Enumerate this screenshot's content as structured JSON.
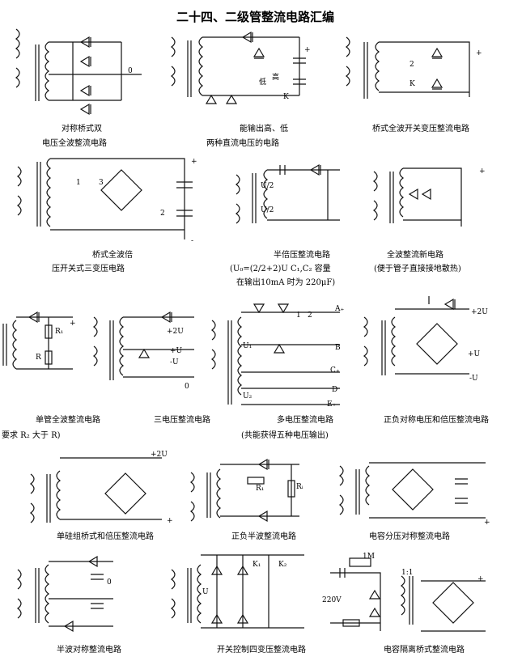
{
  "title": "二十四、二级管整流电路汇编",
  "captions": {
    "c1a": "对称桥式双",
    "c1b": "电压全波整流电路",
    "c2a": "能输出高、低",
    "c2b": "两种直流电压的电路",
    "c3": "桥式全波开关变压整流电路",
    "c4a": "桥式全波倍",
    "c4b": "压开关式三变压电路",
    "c5a": "半倍压整流电路",
    "c5b": "(U₀=(2/2+2)U C₁,C₂ 容量",
    "c5c": "在输出10mA 时为 220μF)",
    "c6a": "全波整流新电路",
    "c6b": "(便于管子直接接地散热)",
    "c7a": "单管全波整流电路",
    "c7b": "要求 R₂ 大于 R)",
    "c8": "三电压整流电路",
    "c9a": "多电压整流电路",
    "c9b": "(共能获得五种电压输出)",
    "c10": "正负对称电压和倍压整流电路",
    "c11": "单硅组桥式和倍压整流电路",
    "c12": "正负半波整流电路",
    "c13": "电容分压对称整流电路",
    "c14": "半波对称整流电路",
    "c15": "开关控制四变压整流电路",
    "c16": "电容隔离桥式整流电路"
  },
  "labels": {
    "zero": "0",
    "plus": "+",
    "minus": "-",
    "high": "高",
    "low": "低",
    "k": "K",
    "one": "1",
    "two": "2",
    "three": "3",
    "u2a": "U/2",
    "u2b": "U/2",
    "p2u": "+2U",
    "pu": "+U",
    "mu": "-U",
    "r1": "R₁",
    "r": "R",
    "u1": "U₁",
    "u2": "U₂",
    "a": "A₊",
    "b": "B",
    "c": "C₊",
    "d": "D",
    "e": "E₊",
    "p2u2": "+2U",
    "ri": "Rᵢ",
    "u": "U",
    "k1": "K₁",
    "k2": "K₂",
    "m1": "1M",
    "v220": "220V",
    "ratio": "1:1"
  },
  "colors": {
    "ink": "#111111",
    "paper": "#ffffff"
  }
}
